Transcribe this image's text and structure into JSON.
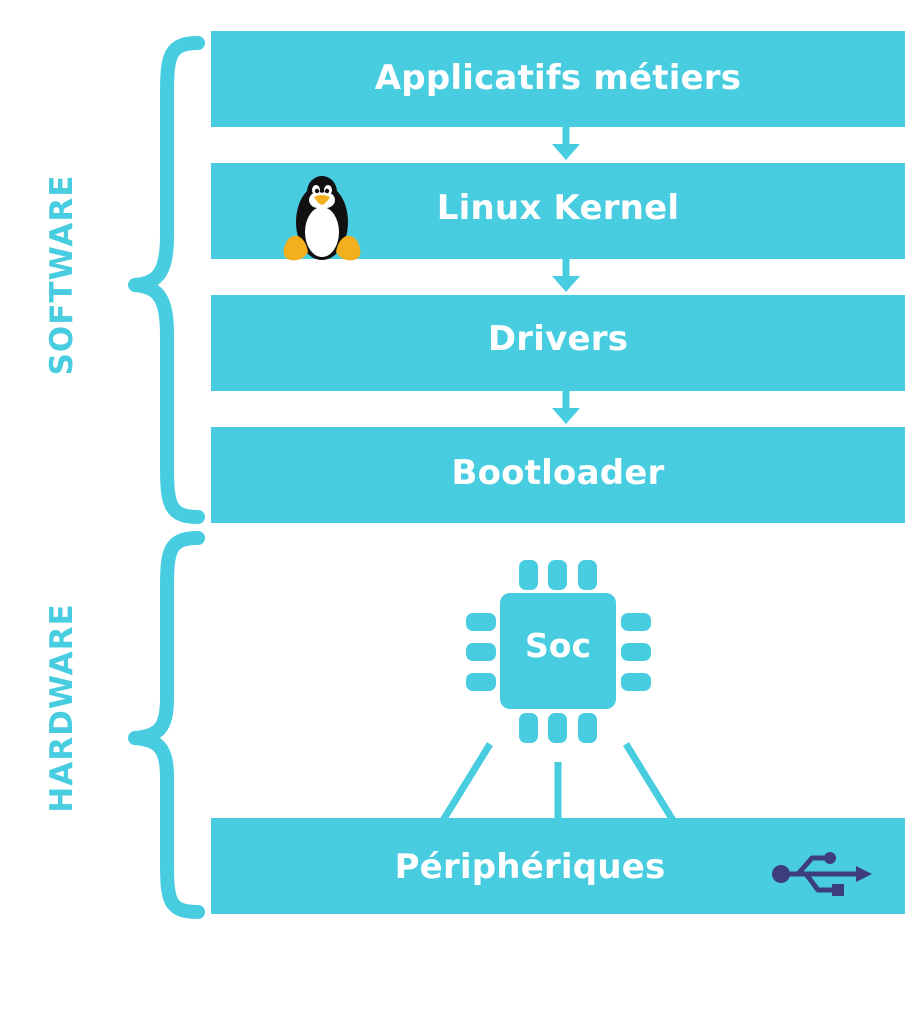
{
  "diagram": {
    "sections": {
      "software": "SOFTWARE",
      "hardware": "HARDWARE"
    },
    "layers": {
      "applicatifs": "Applicatifs métiers",
      "kernel": "Linux Kernel",
      "drivers": "Drivers",
      "bootloader": "Bootloader",
      "peripheriques": "Périphériques"
    },
    "soc": "Soc",
    "icons": {
      "kernel": "tux-penguin-icon",
      "peripheriques": "usb-icon",
      "soc": "chip-icon"
    },
    "colors": {
      "accent": "#48cde0",
      "usb": "#3d3d7c",
      "text": "#ffffff"
    }
  }
}
